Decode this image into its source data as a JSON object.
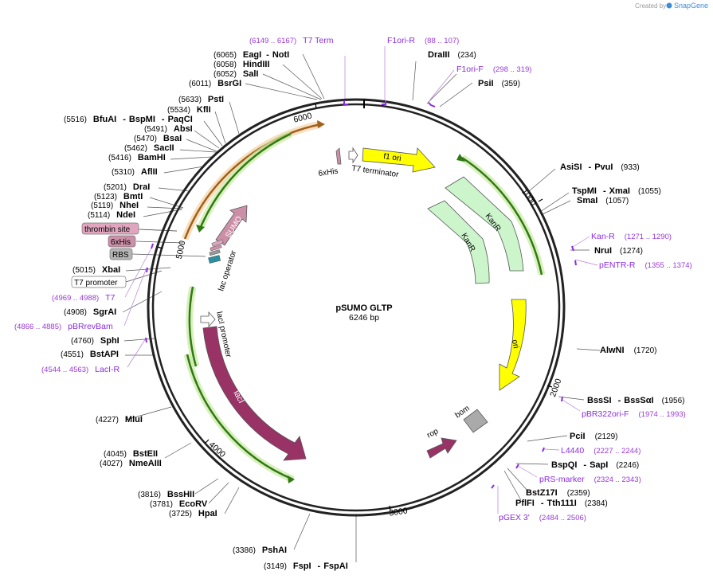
{
  "branding": {
    "created_by": "Created by",
    "brand": "SnapGene",
    "brand_color": "#3a8ed6"
  },
  "plasmid": {
    "name": "pSUMO GLTP",
    "length": "6246 bp"
  },
  "scale_ticks": [
    "1000",
    "2000",
    "3000",
    "4000",
    "5000",
    "6000"
  ],
  "colors": {
    "primer": "#8a2be2",
    "f1_ori": "#ffff00",
    "ori": "#ffff00",
    "kanR": "#ccf5cc",
    "lacI": "#993366",
    "sumo": "#cc8fa8",
    "bom": "#aaaaaa",
    "rop": "#993366",
    "sites": "#e0a6c0"
  },
  "features": {
    "sixhis": "6xHis",
    "t7_terminator": "T7 terminator",
    "f1_ori": "f1 ori",
    "kanR_outer": "KanR",
    "kanR_inner": "KanR",
    "ori": "ori",
    "bom": "bom",
    "rop": "rop",
    "lacI": "lacI",
    "lacI_promoter": "lacI promoter",
    "sumo": "SUMO",
    "lac_operator": "lac operator",
    "thrombin_site": "thrombin site",
    "sixhis_box": "6xHis",
    "rbs": "RBS",
    "t7_promoter": "T7 promoter"
  },
  "enzymes_right": [
    {
      "name": "DraIII",
      "pos": "(234)"
    },
    {
      "name": "PsiI",
      "pos": "(359)"
    },
    {
      "name": "AsiSI",
      "sep": "-",
      "name2": "PvuI",
      "pos": "(933)"
    },
    {
      "name": "TspMI",
      "sep": "-",
      "name2": "XmaI",
      "pos": "(1055)"
    },
    {
      "name": "SmaI",
      "pos": "(1057)"
    },
    {
      "name": "NruI",
      "pos": "(1274)"
    },
    {
      "name": "AlwNI",
      "pos": "(1720)"
    },
    {
      "name": "BssSI",
      "sep": "-",
      "name2": "BssSαI",
      "pos": "(1956)"
    },
    {
      "name": "PciI",
      "pos": "(2129)"
    },
    {
      "name": "BspQI",
      "sep": "-",
      "name2": "SapI",
      "pos": "(2246)"
    },
    {
      "name": "BstZ17I",
      "pos": "(2359)"
    },
    {
      "name": "PflFI",
      "sep": "-",
      "name2": "Tth111I",
      "pos": "(2384)"
    }
  ],
  "enzymes_left": [
    {
      "pos": "(6065)",
      "name": "EagI",
      "sep": "-",
      "name2": "NotI"
    },
    {
      "pos": "(6058)",
      "name": "HindIII"
    },
    {
      "pos": "(6052)",
      "name": "SalI"
    },
    {
      "pos": "(6011)",
      "name": "BsrGI"
    },
    {
      "pos": "(5633)",
      "name": "PstI"
    },
    {
      "pos": "(5534)",
      "name": "KflI"
    },
    {
      "pos": "(5516)",
      "name": "BfuAI",
      "sep": "-",
      "name2": "BspMI",
      "sep2": "-",
      "name3": "PaqCI"
    },
    {
      "pos": "(5491)",
      "name": "AbsI"
    },
    {
      "pos": "(5470)",
      "name": "BsaI"
    },
    {
      "pos": "(5462)",
      "name": "SacII"
    },
    {
      "pos": "(5416)",
      "name": "BamHI"
    },
    {
      "pos": "(5310)",
      "name": "AflII"
    },
    {
      "pos": "(5201)",
      "name": "DraI"
    },
    {
      "pos": "(5123)",
      "name": "BmtI"
    },
    {
      "pos": "(5119)",
      "name": "NheI"
    },
    {
      "pos": "(5114)",
      "name": "NdeI"
    },
    {
      "pos": "(5015)",
      "name": "XbaI"
    },
    {
      "pos": "(4908)",
      "name": "SgrAI"
    },
    {
      "pos": "(4760)",
      "name": "SphI"
    },
    {
      "pos": "(4551)",
      "name": "BstAPI"
    },
    {
      "pos": "(4227)",
      "name": "MluI"
    },
    {
      "pos": "(4045)",
      "name": "BstEII"
    },
    {
      "pos": "(4027)",
      "name": "NmeAIII"
    },
    {
      "pos": "(3816)",
      "name": "BssHII"
    },
    {
      "pos": "(3781)",
      "name": "EcoRV"
    },
    {
      "pos": "(3725)",
      "name": "HpaI"
    },
    {
      "pos": "(3386)",
      "name": "PshAI"
    },
    {
      "pos": "(3149)",
      "name": "FspI",
      "sep": "-",
      "name2": "FspAI"
    }
  ],
  "primers": [
    {
      "range": "(6149 .. 6167)",
      "name": "T7 Term"
    },
    {
      "name": "F1ori-R",
      "range": "(88 .. 107)"
    },
    {
      "name": "F1ori-F",
      "range": "(298 .. 319)"
    },
    {
      "name": "Kan-R",
      "range": "(1271 .. 1290)"
    },
    {
      "name": "pENTR-R",
      "range": "(1355 .. 1374)"
    },
    {
      "name": "pBR322ori-F",
      "range": "(1974 .. 1993)"
    },
    {
      "name": "L4440",
      "range": "(2227 .. 2244)"
    },
    {
      "name": "pRS-marker",
      "range": "(2324 .. 2343)"
    },
    {
      "name": "pGEX 3'",
      "range": "(2484 .. 2506)"
    },
    {
      "range": "(4969 .. 4988)",
      "name": "T7"
    },
    {
      "range": "(4866 .. 4885)",
      "name": "pBRrevBam"
    },
    {
      "range": "(4544 .. 4563)",
      "name": "LacI-R"
    }
  ]
}
